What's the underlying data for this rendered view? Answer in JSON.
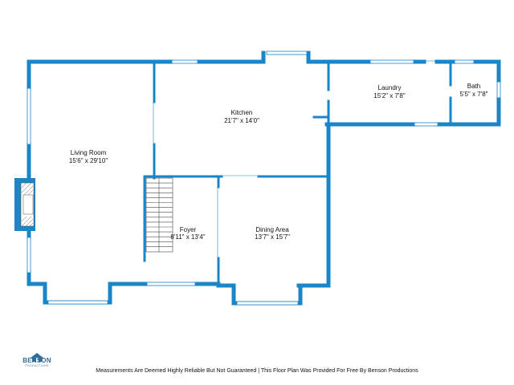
{
  "colors": {
    "wall": "#1a86c8",
    "window": "#1a86c8",
    "stair": "#4a4a4a",
    "text": "#111111",
    "brand": "#2f6d9c"
  },
  "rooms": {
    "living": {
      "name": "Living Room",
      "dims": "15'6\" x 29'10\""
    },
    "kitchen": {
      "name": "Kitchen",
      "dims": "21'7\" x 14'0\""
    },
    "laundry": {
      "name": "Laundry",
      "dims": "15'2\" x 7'8\""
    },
    "bath": {
      "name": "Bath",
      "dims": "5'5\" x 7'8\""
    },
    "foyer": {
      "name": "Foyer",
      "dims": "8'11\" x 13'4\""
    },
    "dining": {
      "name": "Dining Area",
      "dims": "13'7\" x 15'7\""
    }
  },
  "fixtures": {
    "fireplace": "fireplace-icon",
    "stairs": "stairs-icon"
  },
  "logo": {
    "name": "BENSON",
    "sub": "PRODUCTIONS",
    "icon": "house-icon"
  },
  "footer": {
    "disclaimer": "Measurements Are Deemed Highly Reliable But Not Guaranteed | This Floor Plan Was Provided For Free By Benson Productions"
  }
}
